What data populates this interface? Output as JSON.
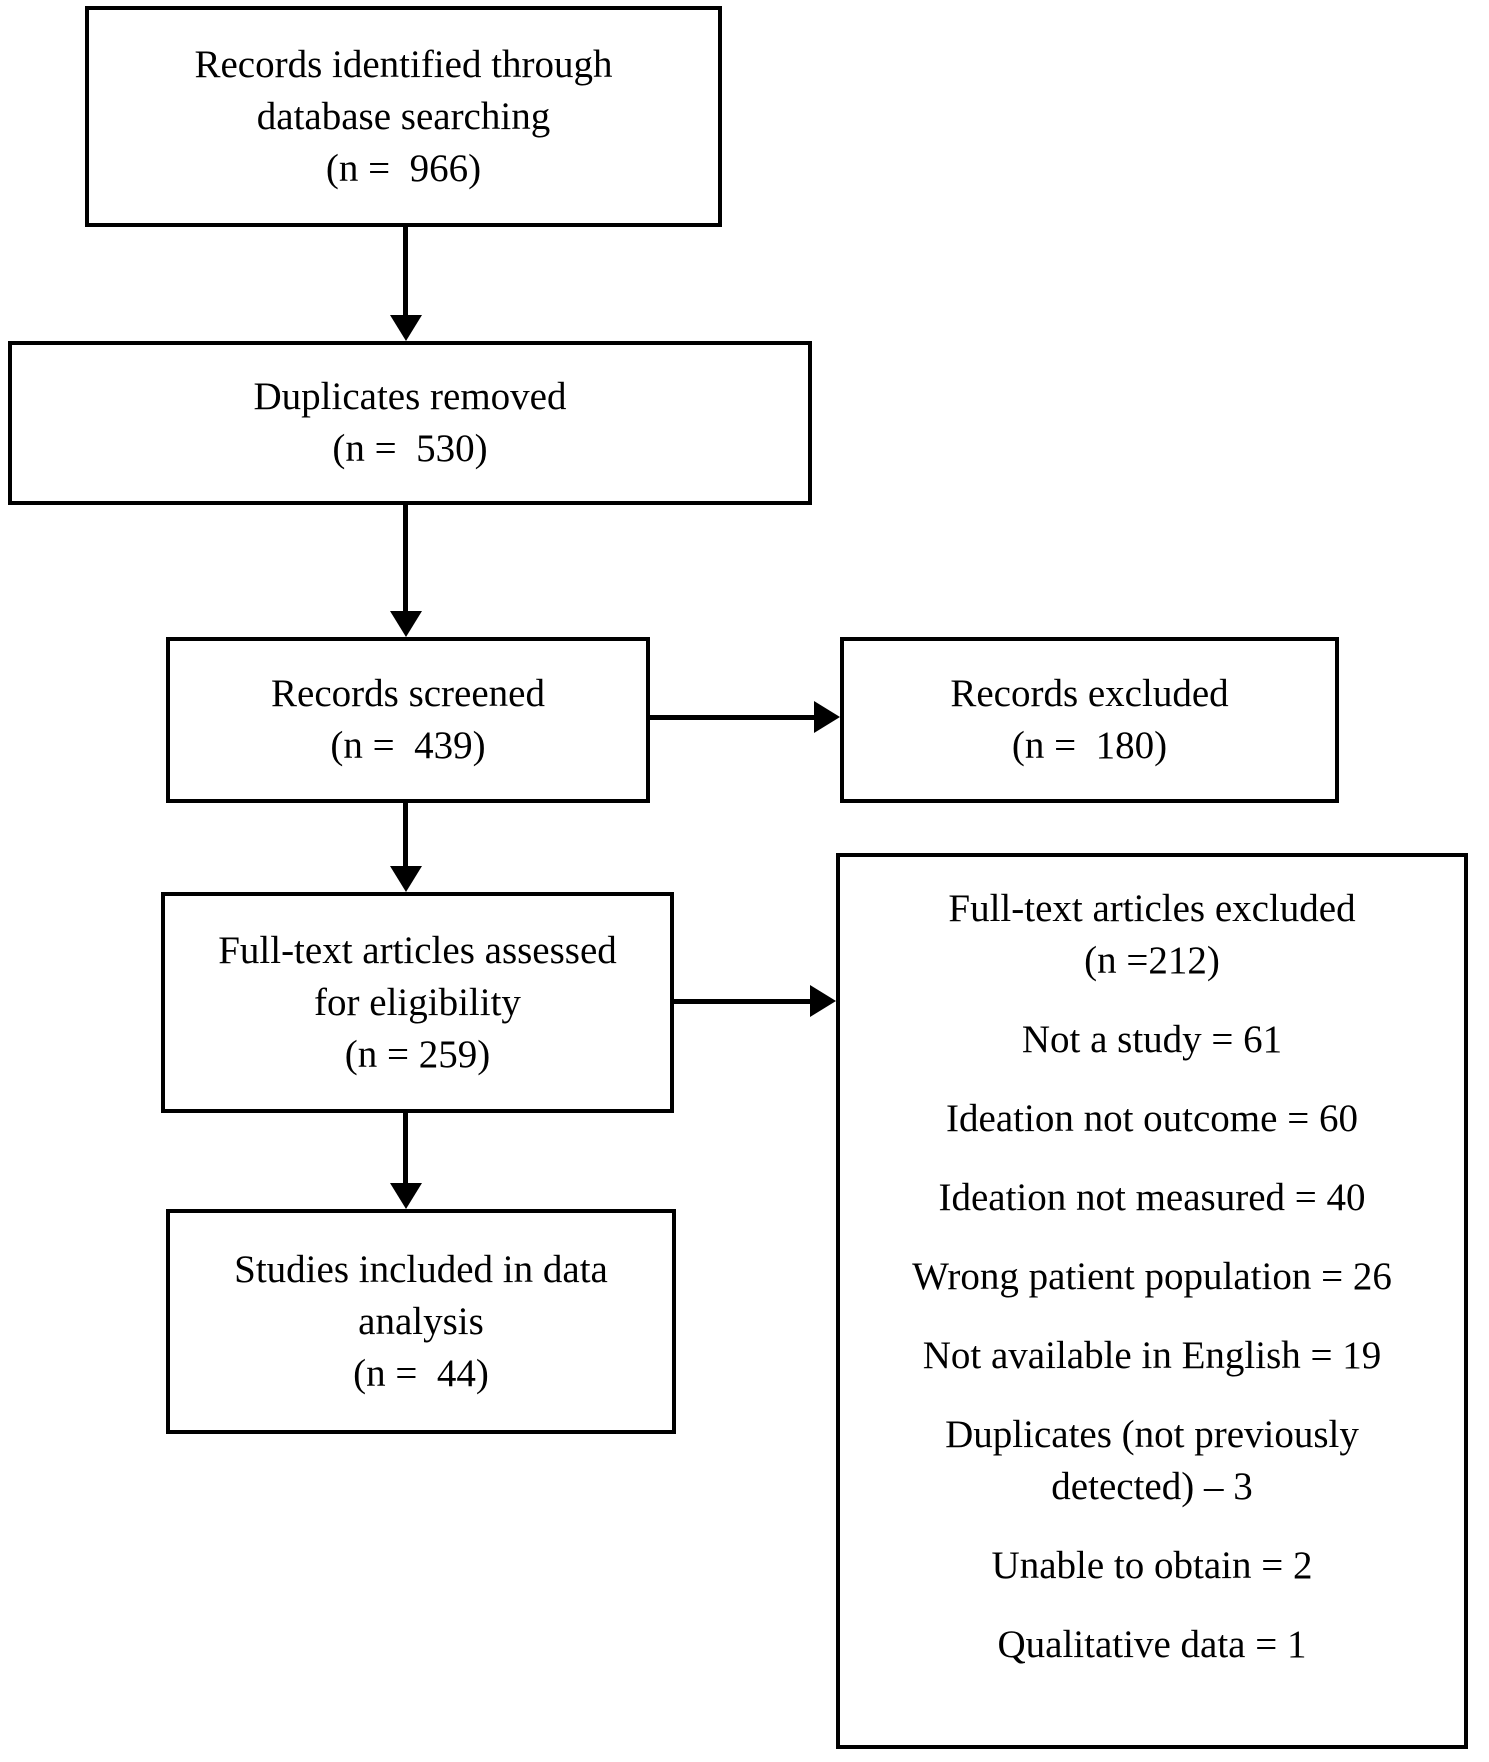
{
  "figure": {
    "type": "prisma-flow-diagram",
    "colors": {
      "line": "#000000",
      "background": "#ffffff",
      "text": "#000000"
    },
    "boxes": {
      "records_identified": {
        "text": "Records identified through\ndatabase searching\n(n =  966)"
      },
      "duplicates_removed": {
        "text": "Duplicates removed\n(n =  530)"
      },
      "records_screened": {
        "text": "Records screened\n(n =  439)"
      },
      "records_excluded": {
        "text": "Records excluded\n(n =  180)"
      },
      "fulltext_assessed": {
        "text": "Full-text articles assessed\nfor eligibility\n(n = 259)"
      },
      "studies_included": {
        "text": "Studies included in data\nanalysis\n(n =  44)"
      },
      "fulltext_excluded": {
        "heading": "Full-text articles excluded\n(n =212)",
        "items": [
          "Not a study = 61",
          "Ideation not outcome = 60",
          "Ideation not measured = 40",
          "Wrong patient population = 26",
          "Not available in English = 19",
          "Duplicates (not previously\ndetected) – 3",
          "Unable to obtain = 2",
          "Qualitative data = 1"
        ]
      }
    }
  }
}
